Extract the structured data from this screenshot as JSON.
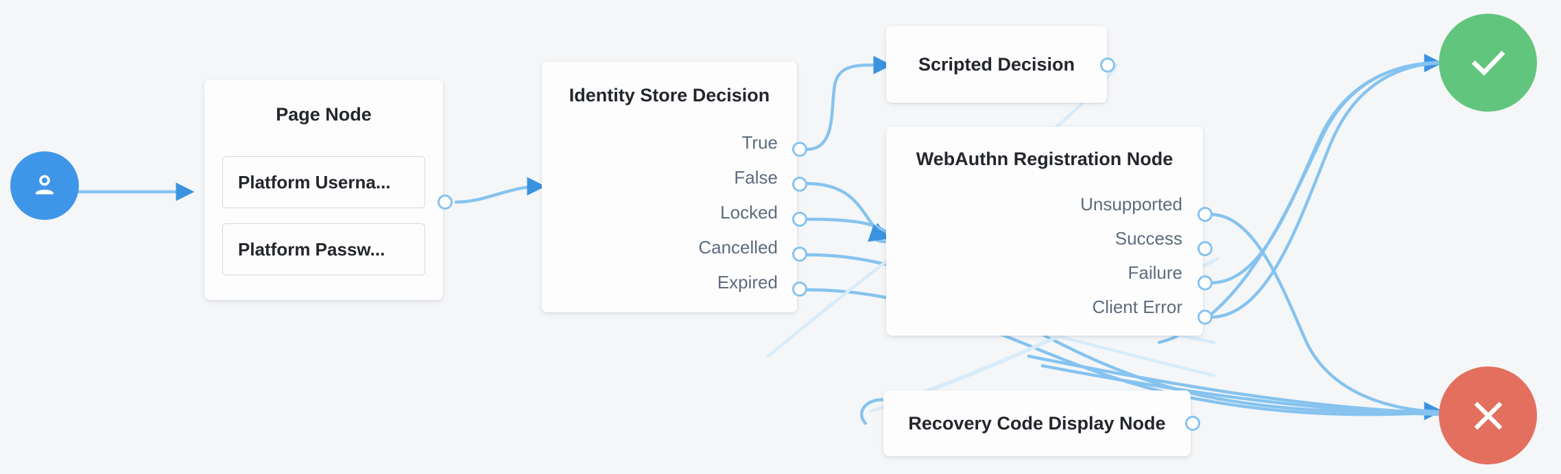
{
  "canvas": {
    "background": "#f4f6f8",
    "edge_color": "#86c3ef",
    "edge_color_faded": "#d8ecfa",
    "arrow_color": "#3b93e0"
  },
  "start_node": {
    "name": "start-node",
    "icon": "user-icon",
    "color": "#3f96e8",
    "label": ""
  },
  "nodes": [
    {
      "id": "page-node",
      "title": "Page Node",
      "callbacks": [
        {
          "label": "Platform Userna..."
        },
        {
          "label": "Platform Passw..."
        }
      ],
      "outputs": [
        {
          "label": ""
        }
      ]
    },
    {
      "id": "identity-store-decision",
      "title": "Identity Store Decision",
      "outputs": [
        {
          "label": "True"
        },
        {
          "label": "False"
        },
        {
          "label": "Locked"
        },
        {
          "label": "Cancelled"
        },
        {
          "label": "Expired"
        }
      ]
    },
    {
      "id": "scripted-decision",
      "title": "Scripted Decision",
      "outputs": [
        {
          "label": ""
        }
      ]
    },
    {
      "id": "webauthn-registration-node",
      "title": "WebAuthn Registration Node",
      "outputs": [
        {
          "label": "Unsupported"
        },
        {
          "label": "Success"
        },
        {
          "label": "Failure"
        },
        {
          "label": "Client Error"
        }
      ]
    },
    {
      "id": "recovery-code-display-node",
      "title": "Recovery Code Display Node",
      "outputs": [
        {
          "label": ""
        }
      ]
    }
  ],
  "end_nodes": [
    {
      "id": "success-node",
      "icon": "check-icon",
      "color": "#62c57e",
      "label": ""
    },
    {
      "id": "failure-node",
      "icon": "cross-icon",
      "color": "#e3705e",
      "label": ""
    }
  ]
}
